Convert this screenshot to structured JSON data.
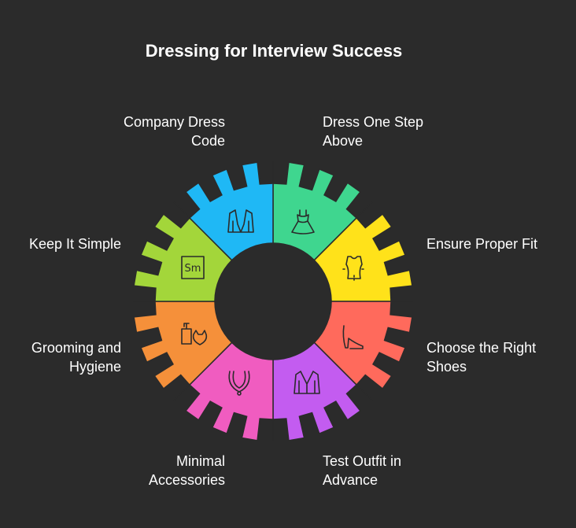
{
  "title": "Dressing for Interview Success",
  "segments": [
    {
      "label": "Dress One Step\nAbove",
      "color": "#3fd68f",
      "icon": "dress-icon"
    },
    {
      "label": "Ensure Proper Fit",
      "color": "#ffe21a",
      "icon": "fitted-top-icon"
    },
    {
      "label": "Choose the Right\nShoes",
      "color": "#ff6a5c",
      "icon": "high-heel-icon"
    },
    {
      "label": "Test Outfit in\nAdvance",
      "color": "#c35cf0",
      "icon": "cardigan-icon"
    },
    {
      "label": "Minimal\nAccessories",
      "color": "#f05cc0",
      "icon": "necklace-icon"
    },
    {
      "label": "Grooming and\nHygiene",
      "color": "#f5903a",
      "icon": "soap-and-pet-icon"
    },
    {
      "label": "Keep It Simple",
      "color": "#a3d63a",
      "icon": "sm-box-icon"
    },
    {
      "label": "Company Dress\nCode",
      "color": "#1fb8f5",
      "icon": "blazer-icon"
    }
  ],
  "center_color": "#2b2b2b"
}
